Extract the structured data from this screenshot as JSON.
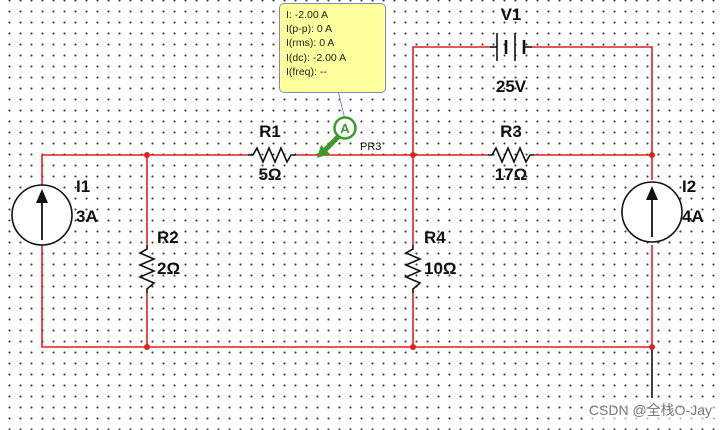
{
  "components": {
    "r1": {
      "name": "R1",
      "value": "5Ω"
    },
    "r2": {
      "name": "R2",
      "value": "2Ω"
    },
    "r3": {
      "name": "R3",
      "value": "17Ω"
    },
    "r4": {
      "name": "R4",
      "value": "10Ω"
    },
    "i1": {
      "name": "I1",
      "value": "3A"
    },
    "i2": {
      "name": "I2",
      "value": "4A"
    },
    "v1": {
      "name": "V1",
      "value": "25V"
    }
  },
  "probe": {
    "glyph": "A",
    "name": "PR3"
  },
  "tooltip": {
    "rows": [
      "I: -2.00 A",
      "I(p-p): 0 A",
      "I(rms): 0 A",
      "I(dc): -2.00 A",
      "I(freq): --"
    ]
  },
  "watermark": "CSDN @全栈O-Jay",
  "colors": {
    "wire": "#e02020",
    "probe": "#3a9a2a",
    "tooltip_bg": "#ffff9e"
  }
}
